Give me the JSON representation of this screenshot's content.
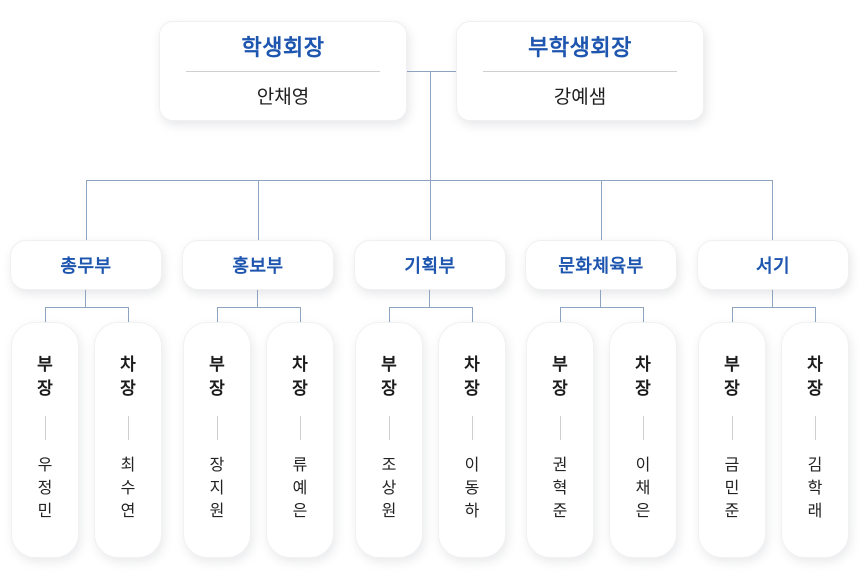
{
  "meta": {
    "accent_blue": "#1d55af",
    "line_color": "#8ca4c0",
    "text_dark": "#1f1f1f"
  },
  "executives": [
    {
      "title": "학생회장",
      "name": "안채영"
    },
    {
      "title": "부학생회장",
      "name": "강예샘"
    }
  ],
  "departments": [
    {
      "label": "총무부",
      "head": {
        "role": "부장",
        "name": "우정민"
      },
      "deputy": {
        "role": "차장",
        "name": "최수연"
      }
    },
    {
      "label": "홍보부",
      "head": {
        "role": "부장",
        "name": "장지원"
      },
      "deputy": {
        "role": "차장",
        "name": "류예은"
      }
    },
    {
      "label": "기획부",
      "head": {
        "role": "부장",
        "name": "조상원"
      },
      "deputy": {
        "role": "차장",
        "name": "이동하"
      }
    },
    {
      "label": "문화체육부",
      "head": {
        "role": "부장",
        "name": "권혁준"
      },
      "deputy": {
        "role": "차장",
        "name": "이채은"
      }
    },
    {
      "label": "서기",
      "head": {
        "role": "부장",
        "name": "금민준"
      },
      "deputy": {
        "role": "차장",
        "name": "김학래"
      }
    }
  ]
}
